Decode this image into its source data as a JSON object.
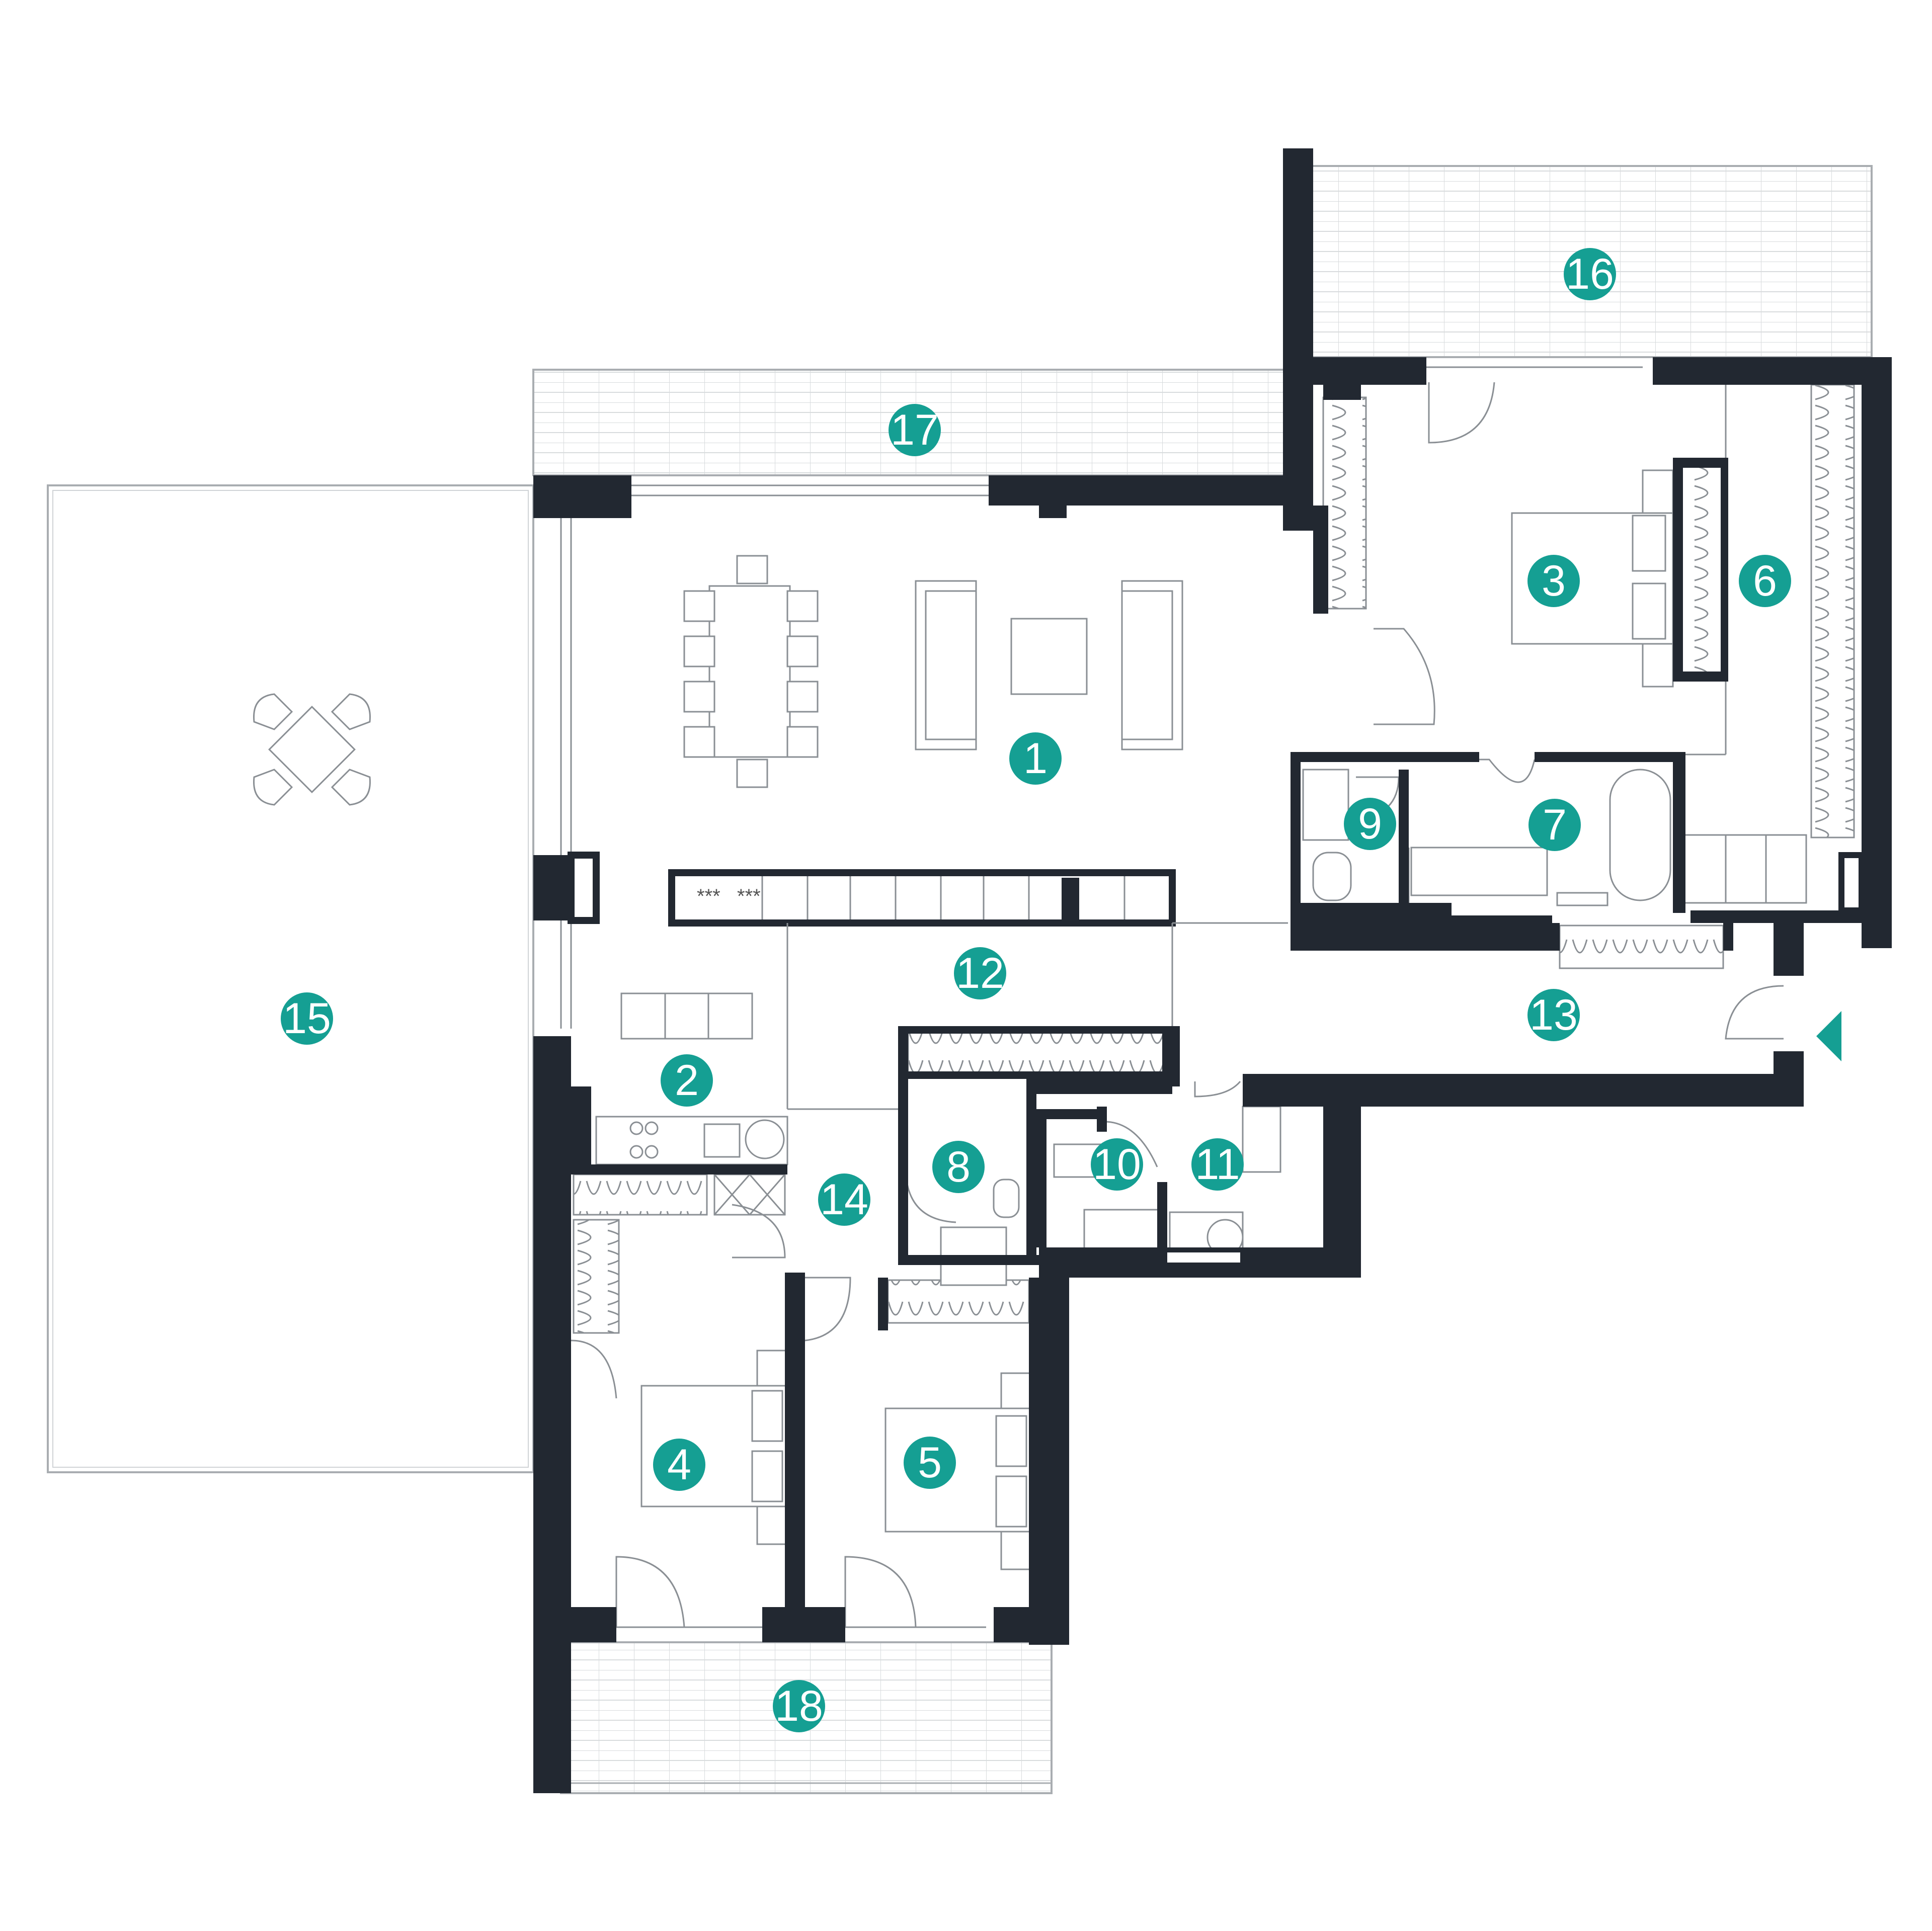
{
  "colors": {
    "wall": "#222831",
    "accent": "#159f93",
    "line": "#8a8f94",
    "fixture": "#a9adb1"
  },
  "rooms": [
    {
      "id": "1",
      "label": "1"
    },
    {
      "id": "2",
      "label": "2"
    },
    {
      "id": "3",
      "label": "3"
    },
    {
      "id": "4",
      "label": "4"
    },
    {
      "id": "5",
      "label": "5"
    },
    {
      "id": "6",
      "label": "6"
    },
    {
      "id": "7",
      "label": "7"
    },
    {
      "id": "8",
      "label": "8"
    },
    {
      "id": "9",
      "label": "9"
    },
    {
      "id": "10",
      "label": "10"
    },
    {
      "id": "11",
      "label": "11"
    },
    {
      "id": "12",
      "label": "12"
    },
    {
      "id": "13",
      "label": "13"
    },
    {
      "id": "14",
      "label": "14"
    },
    {
      "id": "15",
      "label": "15"
    },
    {
      "id": "16",
      "label": "16"
    },
    {
      "id": "17",
      "label": "17"
    },
    {
      "id": "18",
      "label": "18"
    }
  ],
  "entrance_icon": "triangle-arrow-icon"
}
